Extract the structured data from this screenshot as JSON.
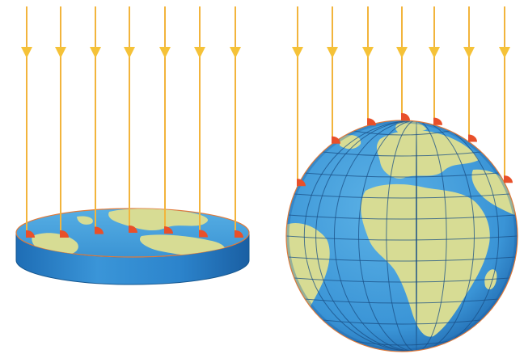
{
  "figure": {
    "panels": [
      {
        "subject": "flat-earth-disc",
        "ray_count": 7,
        "all_rays_hit_surface": true
      },
      {
        "subject": "spherical-earth-globe",
        "ray_count": 7,
        "all_rays_hit_surface": true
      }
    ],
    "colors": {
      "sun_ray": "#f2b43c",
      "ray_arrowhead": "#f5c238",
      "impact_marker": "#e8502a",
      "ocean": "#3f9bd8",
      "ocean_dark": "#1f6fb6",
      "land": "#d7dc94",
      "graticule": "#1a4f86",
      "disc_side": "#2d86cf",
      "outline": "#e07a3a"
    },
    "icons": [
      "sun-ray-arrow-icon",
      "impact-marker-icon"
    ]
  }
}
